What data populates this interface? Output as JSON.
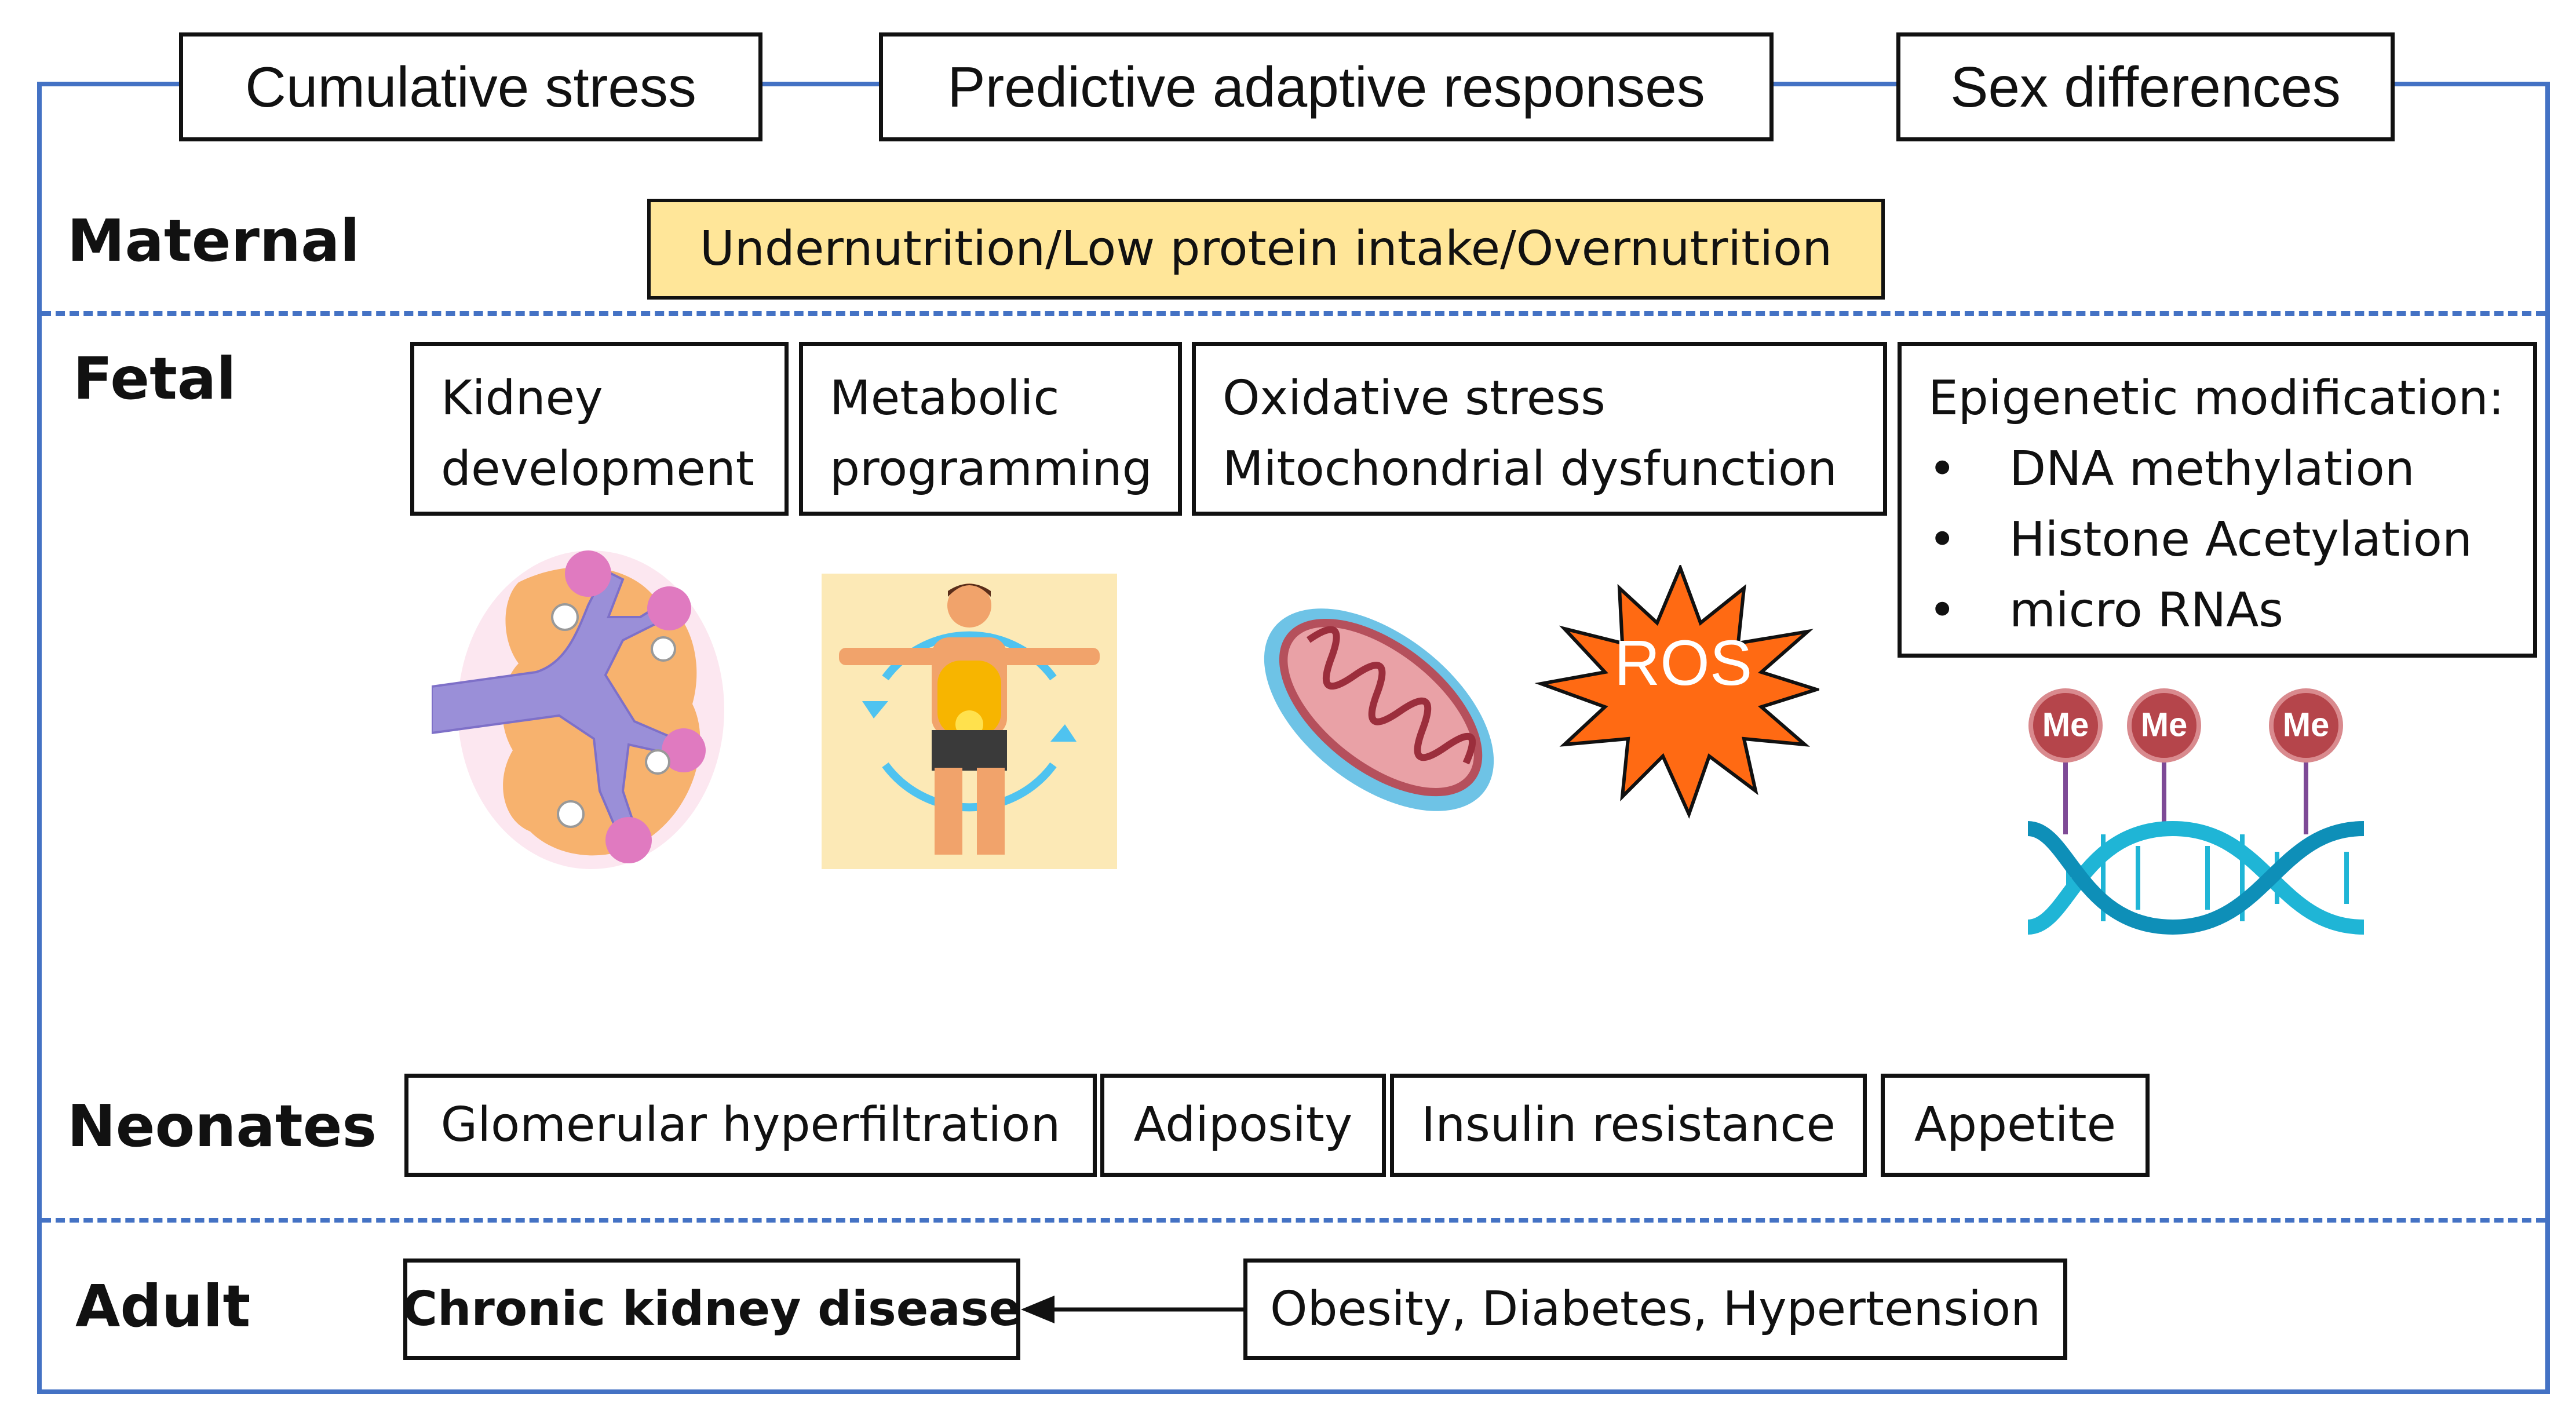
{
  "colors": {
    "frame": "#4472C4",
    "maternal_fill": "#FFE699",
    "ros_fill": "#FF6A13",
    "me_fill": "#B5454B",
    "dna": "#1FB5D6"
  },
  "headers": [
    "Cumulative stress",
    "Predictive adaptive responses",
    "Sex differences"
  ],
  "stages": {
    "maternal": "Maternal",
    "fetal": "Fetal",
    "neonates": "Neonates",
    "adult": "Adult"
  },
  "maternal": {
    "text": "Undernutrition/Low protein intake/Overnutrition"
  },
  "fetal": {
    "kidney": [
      "Kidney",
      "development"
    ],
    "metabolic": [
      "Metabolic",
      "programming"
    ],
    "oxidative": [
      "Oxidative stress",
      "Mitochondrial dysfunction"
    ],
    "epigenetic": {
      "title": "Epigenetic modification:",
      "items": [
        "DNA methylation",
        "Histone Acetylation",
        "micro RNAs"
      ],
      "bullet": "•"
    },
    "ros_label": "ROS",
    "methyl_label": "Me",
    "icons": [
      "kidney-icon",
      "human-body-icon",
      "mitochondrion-icon",
      "dna-methylation-icon"
    ]
  },
  "neonates": [
    "Glomerular hyperfiltration",
    "Adiposity",
    "Insulin resistance",
    "Appetite"
  ],
  "adult": {
    "ckd": "Chronic kidney disease",
    "comorbid": "Obesity, Diabetes, Hypertension"
  }
}
